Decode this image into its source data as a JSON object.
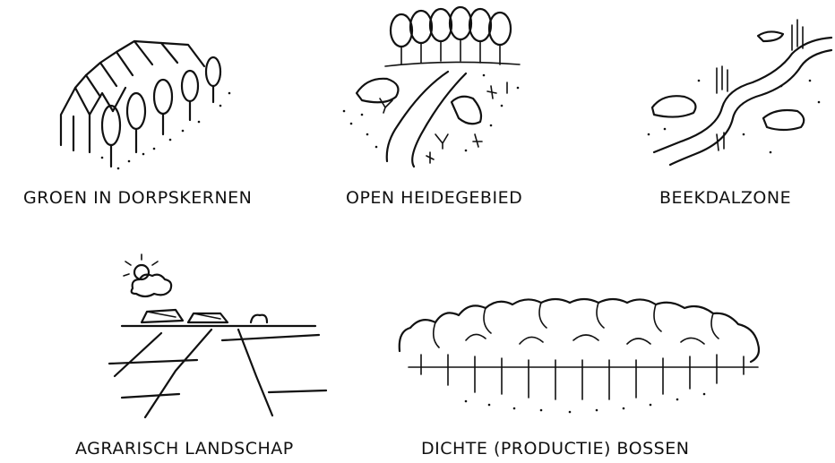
{
  "panels": [
    {
      "id": "village",
      "caption": "GROEN IN DORPSKERNEN"
    },
    {
      "id": "heath",
      "caption": "OPEN HEIDEGEBIED"
    },
    {
      "id": "brook",
      "caption": "BEEKDALZONE"
    },
    {
      "id": "farm",
      "caption": "AGRARISCH LANDSCHAP"
    },
    {
      "id": "forest",
      "caption": "DICHTE (PRODUCTIE) BOSSEN"
    }
  ],
  "colors": {
    "ink": "#111111",
    "background": "#ffffff"
  }
}
